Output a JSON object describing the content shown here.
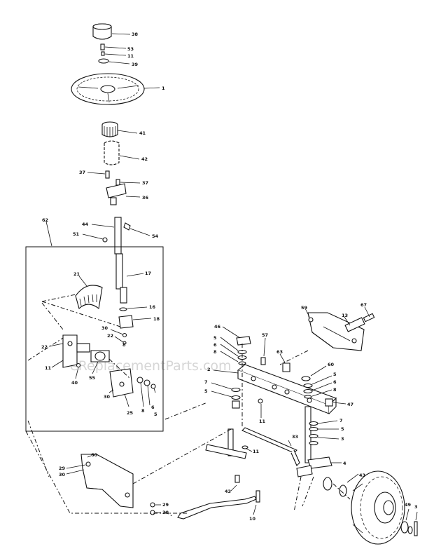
{
  "watermark": "eReplacementParts.com",
  "callouts": {
    "c1": "38",
    "c2": "53",
    "c3": "11",
    "c4": "39",
    "c5": "1",
    "c6": "41",
    "c7": "42",
    "c8": "37",
    "c9": "37",
    "c10": "36",
    "c11": "44",
    "c12": "51",
    "c13": "54",
    "c14": "62",
    "c15": "21",
    "c16": "17",
    "c17": "16",
    "c18": "18",
    "c19": "30",
    "c20": "22",
    "c21": "8",
    "c22": "22",
    "c23": "11",
    "c24": "40",
    "c25": "55",
    "c26": "30",
    "c27": "25",
    "c28": "8",
    "c29": "6",
    "c30": "5",
    "c31": "46",
    "c32": "57",
    "c33": "5",
    "c34": "6",
    "c35": "8",
    "c36": "63",
    "c37": "2",
    "c38": "7",
    "c39": "5",
    "c40": "11",
    "c41": "60",
    "c42": "5",
    "c43": "6",
    "c44": "8",
    "c45": "47",
    "c46": "59",
    "c47": "13",
    "c48": "67",
    "c49": "7",
    "c50": "5",
    "c51": "3",
    "c52": "33",
    "c53": "11",
    "c54": "43",
    "c55": "4",
    "c56": "43",
    "c57": "49",
    "c58": "3",
    "c59": "60",
    "c60": "29",
    "c61": "30",
    "c62": "29",
    "c63": "30",
    "c64": "10"
  }
}
